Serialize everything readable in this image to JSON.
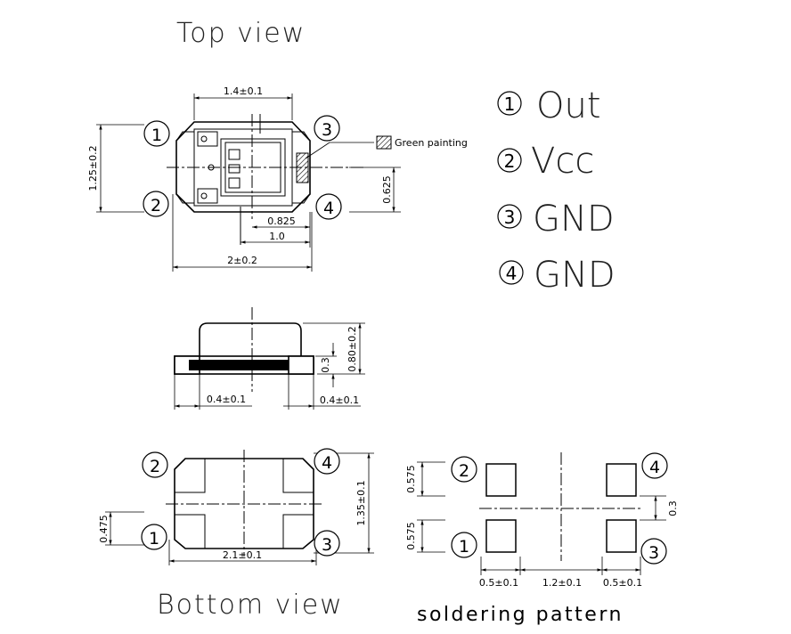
{
  "views": {
    "top": "Top view",
    "bottom": "Bottom view",
    "soldering": "soldering pattern"
  },
  "pins": [
    {
      "num": "1",
      "name": "Out"
    },
    {
      "num": "2",
      "name": "Vcc"
    },
    {
      "num": "3",
      "name": "GND"
    },
    {
      "num": "4",
      "name": "GND"
    }
  ],
  "top_view": {
    "dim_width_top": "1.4±0.1",
    "dim_height": "1.25±0.2",
    "dim_0825": "0.825",
    "dim_10": "1.0",
    "dim_total_width": "2±0.2",
    "dim_0625": "0.625",
    "green_label": "Green painting",
    "pin_labels": [
      "1",
      "2",
      "3",
      "4"
    ]
  },
  "side_view": {
    "dim_height": "0.80±0.2",
    "dim_pad_height": "0.3",
    "dim_left_pad": "0.4±0.1",
    "dim_right_pad": "0.4±0.1"
  },
  "bottom_view": {
    "dim_height": "1.35±0.1",
    "dim_0475": "0.475",
    "dim_width": "2.1±0.1",
    "pin_labels": [
      "2",
      "4",
      "1",
      "3"
    ]
  },
  "soldering_pattern": {
    "dim_0575_top": "0.575",
    "dim_0575_bottom": "0.575",
    "dim_03": "0.3",
    "dim_left": "0.5±0.1",
    "dim_center": "1.2±0.1",
    "dim_right": "0.5±0.1",
    "pin_labels": [
      "2",
      "4",
      "1",
      "3"
    ]
  }
}
